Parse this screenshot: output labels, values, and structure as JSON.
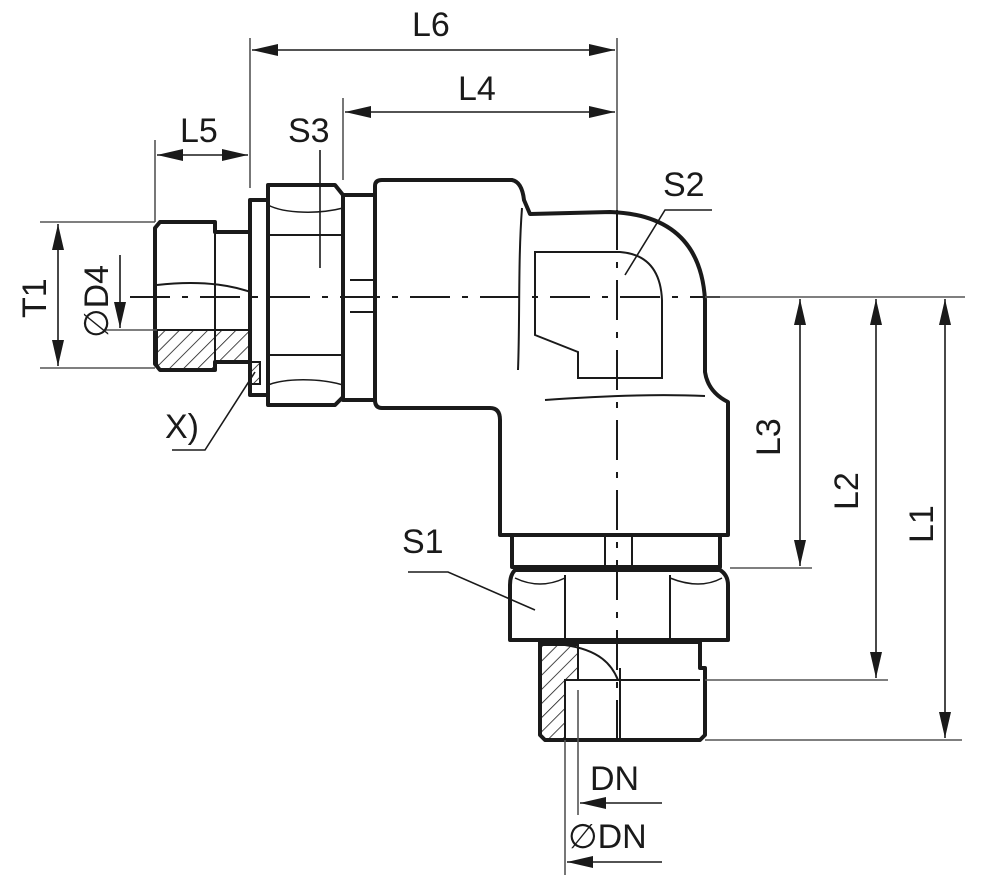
{
  "diagram": {
    "labels": {
      "l6": "L6",
      "l4": "L4",
      "l5": "L5",
      "s3": "S3",
      "s2": "S2",
      "t1": "T1",
      "d4": "∅D4",
      "x": "X)",
      "l3": "L3",
      "l2": "L2",
      "l1": "L1",
      "s1": "S1",
      "dn": "DN",
      "odn": "∅DN"
    },
    "colors": {
      "ink": "#1a1a1a",
      "background": "#ffffff"
    }
  }
}
